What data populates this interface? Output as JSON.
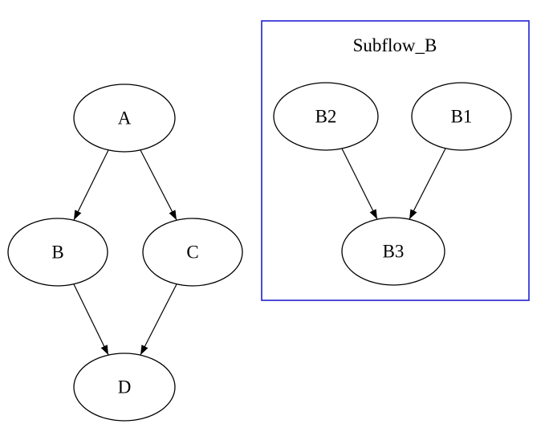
{
  "diagram": {
    "type": "flowchart",
    "background": "#ffffff",
    "nodes": [
      {
        "id": "A",
        "label": "A"
      },
      {
        "id": "B",
        "label": "B"
      },
      {
        "id": "C",
        "label": "C"
      },
      {
        "id": "D",
        "label": "D"
      },
      {
        "id": "B2",
        "label": "B2"
      },
      {
        "id": "B1",
        "label": "B1"
      },
      {
        "id": "B3",
        "label": "B3"
      }
    ],
    "edges": [
      {
        "from": "A",
        "to": "B"
      },
      {
        "from": "A",
        "to": "C"
      },
      {
        "from": "B",
        "to": "D"
      },
      {
        "from": "C",
        "to": "D"
      },
      {
        "from": "B2",
        "to": "B3"
      },
      {
        "from": "B1",
        "to": "B3"
      }
    ],
    "cluster": {
      "label": "Subflow_B",
      "border_color": "#2020d0",
      "members": [
        "B2",
        "B1",
        "B3"
      ]
    },
    "colors": {
      "node_fill": "#ffffff",
      "node_stroke": "#000000",
      "edge_color": "#000000",
      "text_color": "#000000"
    }
  }
}
